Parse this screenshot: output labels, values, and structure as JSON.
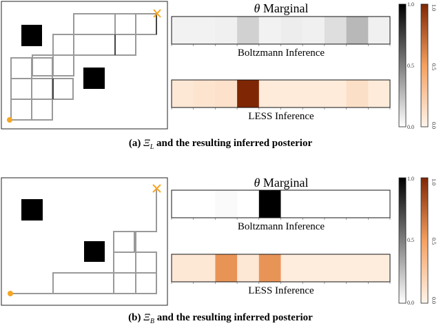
{
  "panels": [
    {
      "id": "a",
      "caption": {
        "prefix": "(a)",
        "symbol": "Ξ",
        "subscript": "L",
        "text": "and the resulting inferred posterior"
      },
      "marginal_title": {
        "theta": "θ",
        "word": "Marginal"
      },
      "boltzmann_label": "Boltzmann Inference",
      "less_label": "LESS Inference",
      "boltzmann_cells": [
        0.05,
        0.05,
        0.06,
        0.18,
        0.05,
        0.07,
        0.06,
        0.13,
        0.28,
        0.06
      ],
      "less_cells": [
        0.08,
        0.1,
        0.12,
        1.0,
        0.06,
        0.06,
        0.06,
        0.06,
        0.13,
        0.06
      ],
      "colorbar_ticks": [
        "1.0",
        "0.5",
        "0.0"
      ]
    },
    {
      "id": "b",
      "caption": {
        "prefix": "(b)",
        "symbol": "Ξ",
        "subscript": "B",
        "text": "and the resulting inferred posterior"
      },
      "marginal_title": {
        "theta": "θ",
        "word": "Marginal"
      },
      "boltzmann_label": "Boltzmann Inference",
      "less_label": "LESS Inference",
      "boltzmann_cells": [
        0.0,
        0.0,
        0.02,
        0.0,
        1.0,
        0.0,
        0.0,
        0.0,
        0.0,
        0.0
      ],
      "less_cells": [
        0.08,
        0.08,
        0.55,
        0.08,
        0.55,
        0.05,
        0.05,
        0.05,
        0.05,
        0.05
      ],
      "colorbar_ticks": [
        "1.0",
        "0.5",
        "0.0"
      ]
    }
  ],
  "colors": {
    "start": "#f5a623",
    "goal": "#f5a623",
    "orange_dark": "#8b2500"
  }
}
